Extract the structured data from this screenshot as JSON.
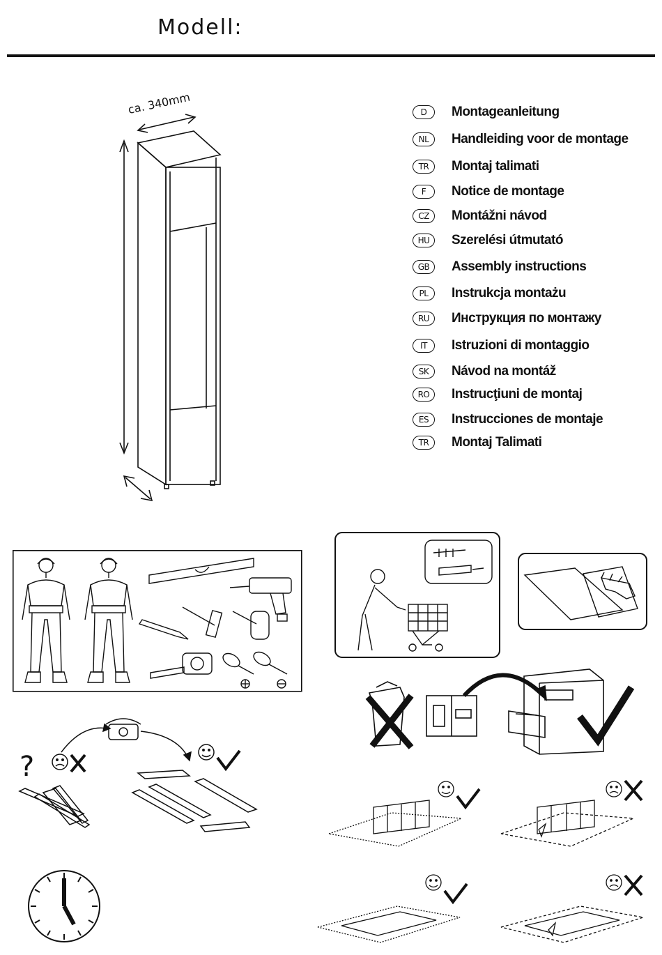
{
  "header": {
    "title": "Modell:"
  },
  "product": {
    "dimension_label": "ca. 340mm"
  },
  "languages": [
    {
      "code": "D",
      "label": "Montageanleitung"
    },
    {
      "code": "NL",
      "label": "Handleiding voor de montage"
    },
    {
      "code": "TR",
      "label": "Montaj talimati"
    },
    {
      "code": "F",
      "label": "Notice de montage"
    },
    {
      "code": "CZ",
      "label": "Montážni návod"
    },
    {
      "code": "HU",
      "label": "Szerelési útmutató"
    },
    {
      "code": "GB",
      "label": "Assembly instructions"
    },
    {
      "code": "PL",
      "label": "Instrukcja montażu"
    },
    {
      "code": "RU",
      "label": "Инструкция по монтажу"
    },
    {
      "code": "IT",
      "label": "Istruzioni di montaggio"
    },
    {
      "code": "SK",
      "label": "Návod na montáž"
    },
    {
      "code": "RO",
      "label": "Instrucţiuni de montaj"
    },
    {
      "code": "ES",
      "label": "Instrucciones de montaje"
    },
    {
      "code": "TR",
      "label": "Montaj Talimati"
    }
  ],
  "icons": {
    "workers": "two-workers-icon",
    "tools": [
      "spirit-level-icon",
      "drill-icon",
      "pencil-icon",
      "hammer-icon",
      "mallet-icon",
      "tape-measure-icon",
      "screwdriver-phillips-icon",
      "screwdriver-flat-icon"
    ],
    "store": "shopping-cart-icon",
    "gloves": "glove-wipe-icon",
    "clock": "clock-icon",
    "phone": "telephone-icon"
  },
  "colors": {
    "ink": "#111111",
    "background": "#ffffff"
  }
}
